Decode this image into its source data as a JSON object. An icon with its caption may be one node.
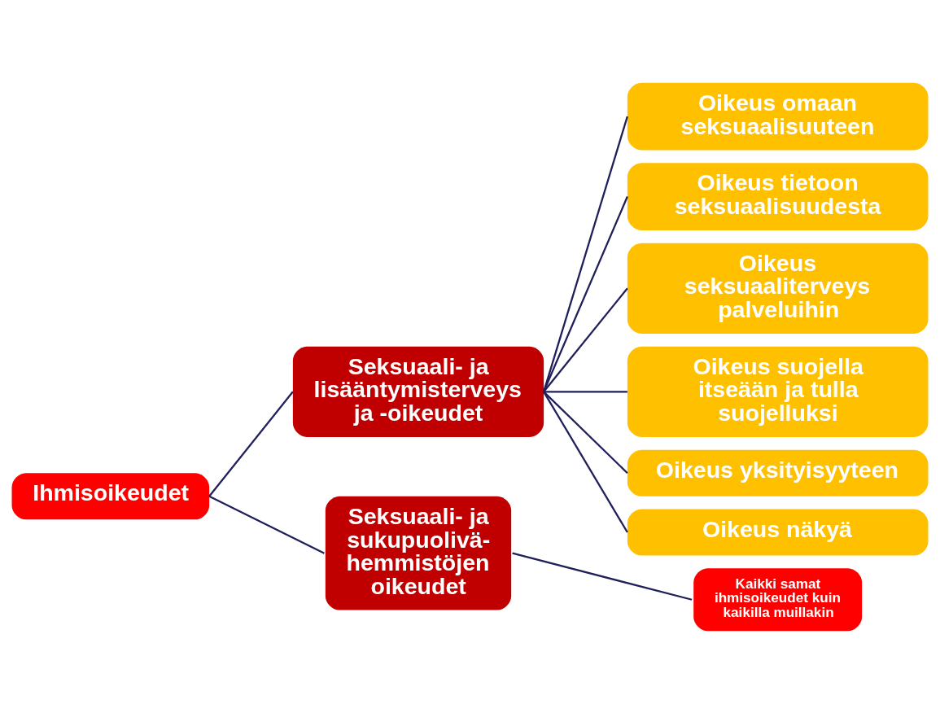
{
  "diagram": {
    "nodes": [
      {
        "text": [
          "Ihmisoikeudet"
        ]
      },
      {
        "text": [
          "Seksuaali- ja lisääntymisterveys ja -oikeudet"
        ]
      },
      {
        "text": [
          "Seksuaali- ja sukupuolivä- hemmistöjen oikeudet"
        ]
      },
      {
        "text": [
          "Oikeus omaan seksuaalisuuteen"
        ]
      },
      {
        "text": [
          "Oikeus tietoon seksuaalisuudesta"
        ]
      },
      {
        "text": [
          "Oikeus seksuaaliterveys palveluihin"
        ]
      },
      {
        "text": [
          "Oikeus suojella itseään ja tulla suojelluksi"
        ]
      },
      {
        "text": [
          "Oikeus yksityisyyteen"
        ]
      },
      {
        "text": [
          "Oikeus näkyä"
        ]
      },
      {
        "text": [
          "Kaikki samat ihmisoikeudet kuin kaikilla muillakin"
        ]
      }
    ],
    "edges": [
      {
        "from": 0,
        "to": 1,
        "arrow": "none"
      },
      {
        "from": 0,
        "to": 2,
        "arrow": "none"
      },
      {
        "from": 1,
        "to": 3,
        "arrow": "none"
      },
      {
        "from": 1,
        "to": 4,
        "arrow": "none"
      },
      {
        "from": 1,
        "to": 5,
        "arrow": "none"
      },
      {
        "from": 1,
        "to": 6,
        "arrow": "none"
      },
      {
        "from": 1,
        "to": 7,
        "arrow": "none"
      },
      {
        "from": 1,
        "to": 8,
        "arrow": "none"
      },
      {
        "from": 2,
        "to": 9,
        "arrow": "none"
      }
    ]
  }
}
